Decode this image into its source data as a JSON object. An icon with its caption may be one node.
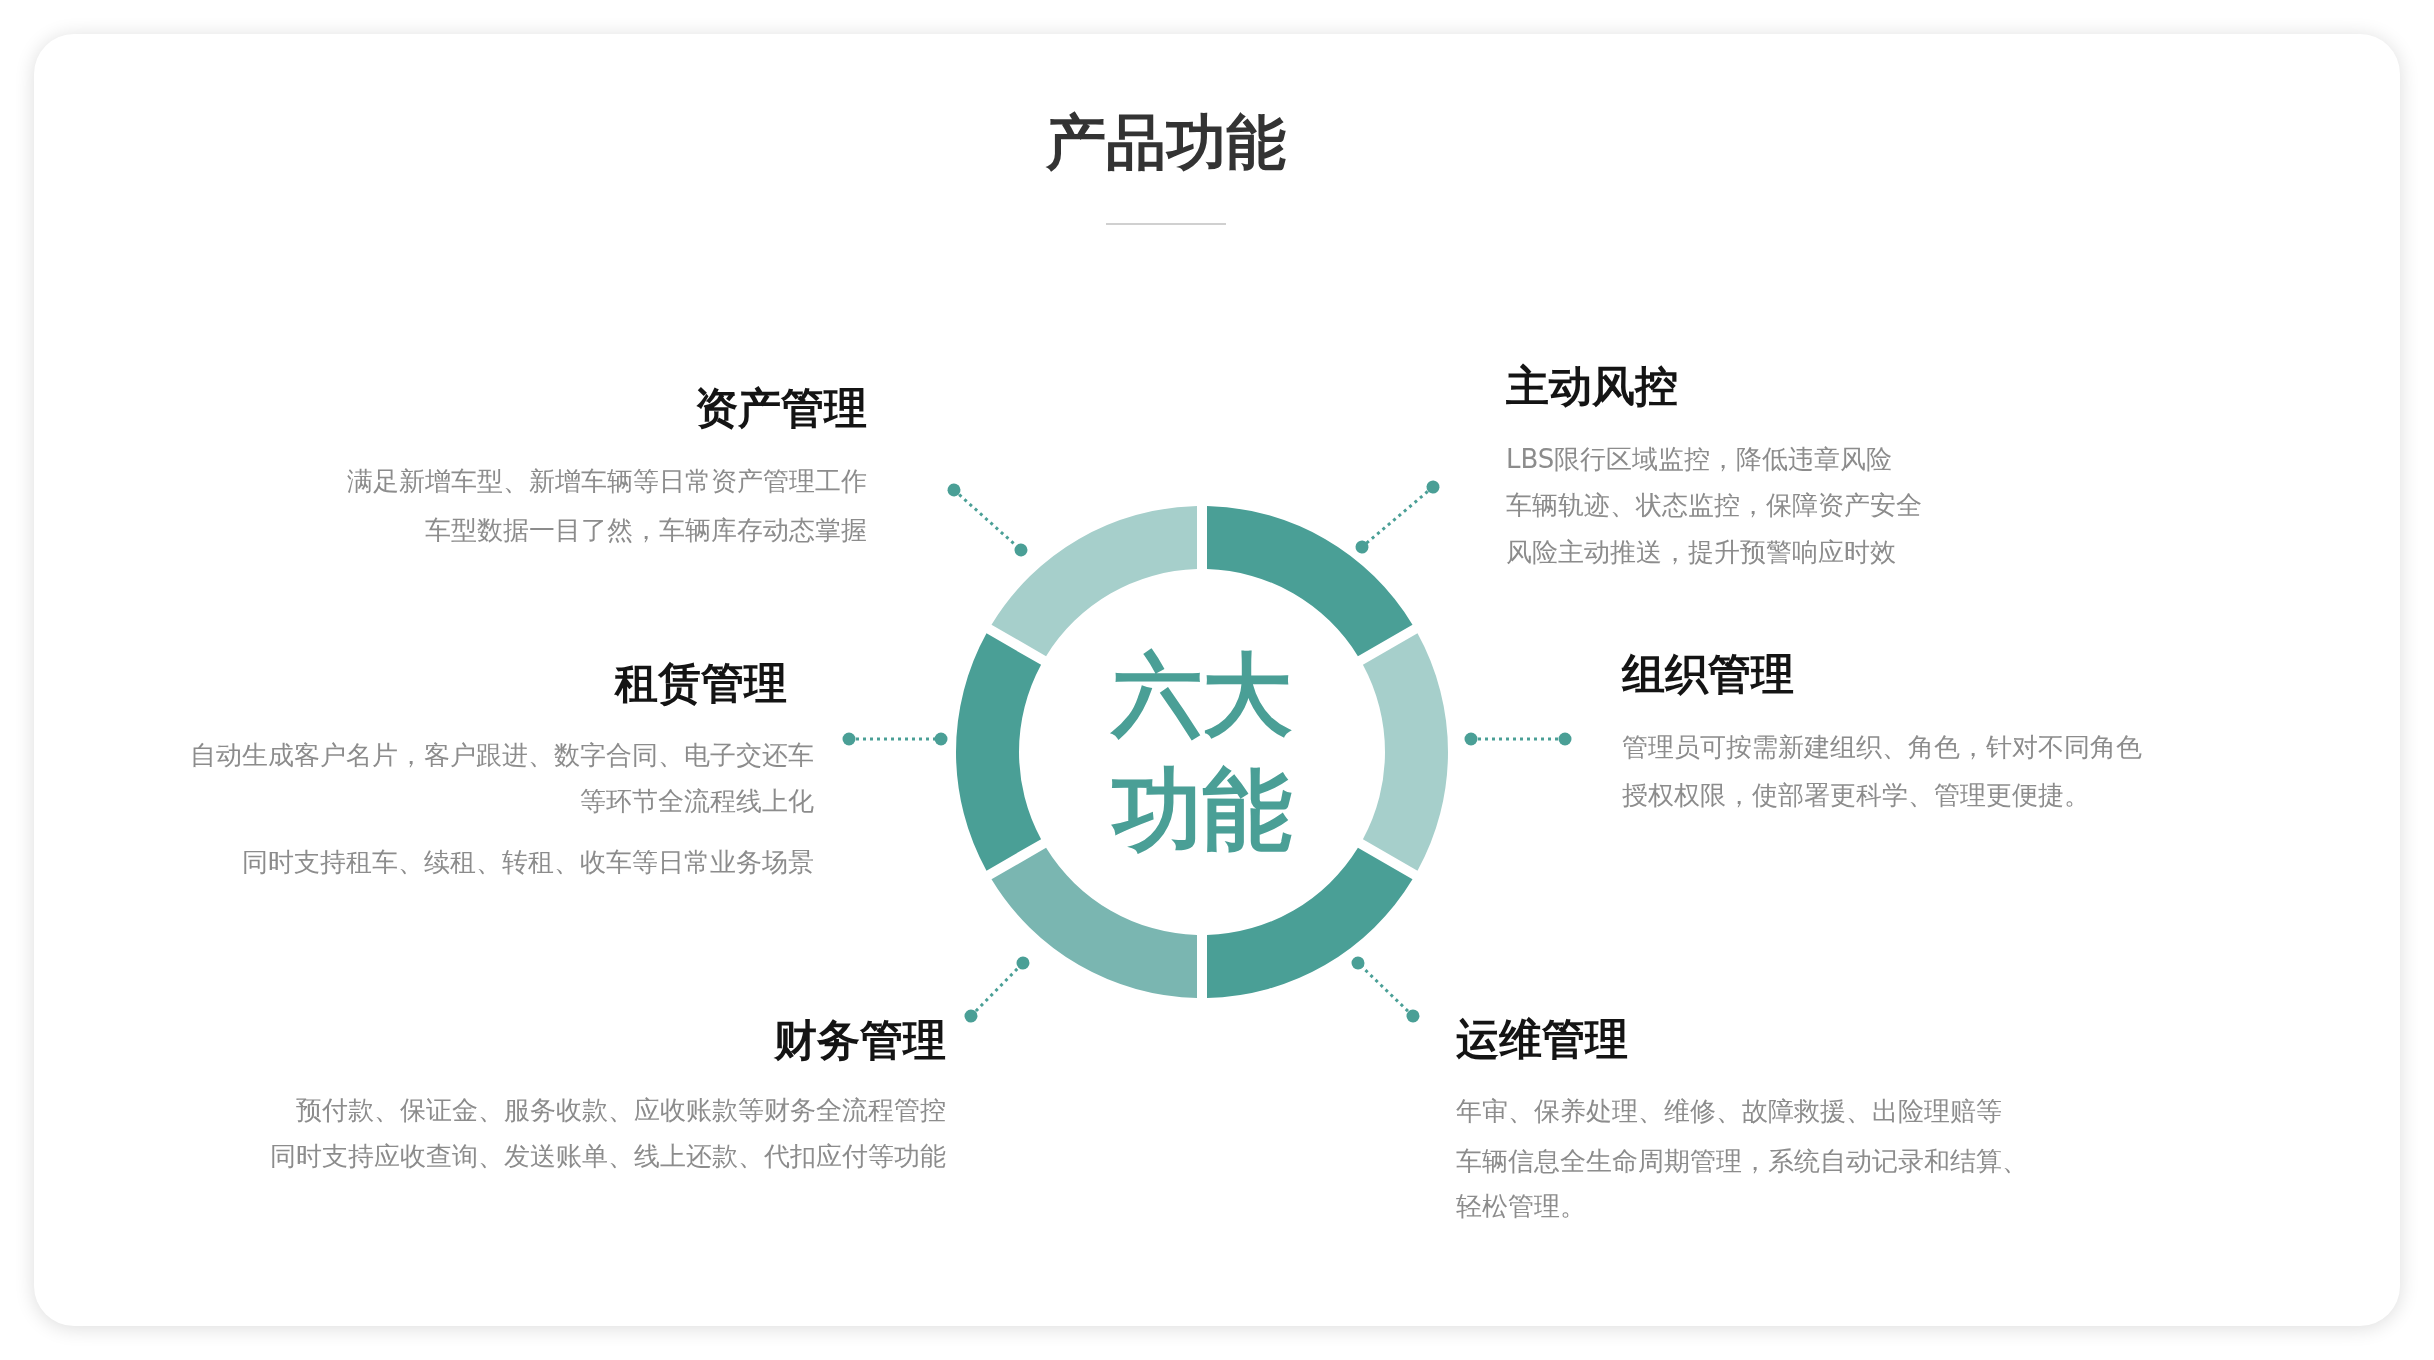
{
  "diagram": {
    "title": "产品功能",
    "nodes": [
      {
        "text": [
          "资产管理",
          "满足新增车型、新增车辆等日常资产管理工作",
          "车型数据一目了然，车辆库存动态掌握"
        ]
      },
      {
        "text": [
          "主动风控",
          "LBS限行区域监控，降低违章风险",
          "车辆轨迹、状态监控，保障资产安全",
          "风险主动推送，提升预警响应时效"
        ]
      },
      {
        "text": [
          "租赁管理",
          "自动生成客户名片，客户跟进、数字合同、电子交还车等环节全流程线上化",
          "同时支持租车、续租、转租、收车等日常业务场景"
        ]
      },
      {
        "text": [
          "六大功能"
        ]
      },
      {
        "text": [
          "组织管理",
          "管理员可按需新建组织、角色，针对不同角色授权权限，使部署更科学、管理更便捷。"
        ]
      },
      {
        "text": [
          "财务管理",
          "预付款、保证金、服务收款、应收账款等财务全流程管控",
          "同时支持应收查询、发送账单、线上还款、代扣应付等功能"
        ]
      },
      {
        "text": [
          "运维管理",
          "年审、保养处理、维修、故障救援、出险理赔等",
          "车辆信息全生命周期管理，系统自动记录和结算、轻松管理。"
        ]
      },
      {
        "text": [],
        "shape": "arc"
      },
      {
        "text": [],
        "shape": "arc"
      },
      {
        "text": [],
        "shape": "arc"
      },
      {
        "text": [],
        "shape": "arc"
      },
      {
        "text": [],
        "shape": "arc"
      },
      {
        "text": [],
        "shape": "arc"
      }
    ],
    "edges": [
      {
        "from": 0,
        "to": 7,
        "arrow": "other",
        "style": "dashed"
      },
      {
        "from": 1,
        "to": 8,
        "arrow": "other",
        "style": "dashed"
      },
      {
        "from": 2,
        "to": 9,
        "arrow": "other",
        "style": "dashed"
      },
      {
        "from": 4,
        "to": 10,
        "arrow": "other",
        "style": "dashed"
      },
      {
        "from": 5,
        "to": 11,
        "arrow": "other",
        "style": "dashed"
      },
      {
        "from": 6,
        "to": 12,
        "arrow": "other",
        "style": "dashed"
      }
    ]
  }
}
